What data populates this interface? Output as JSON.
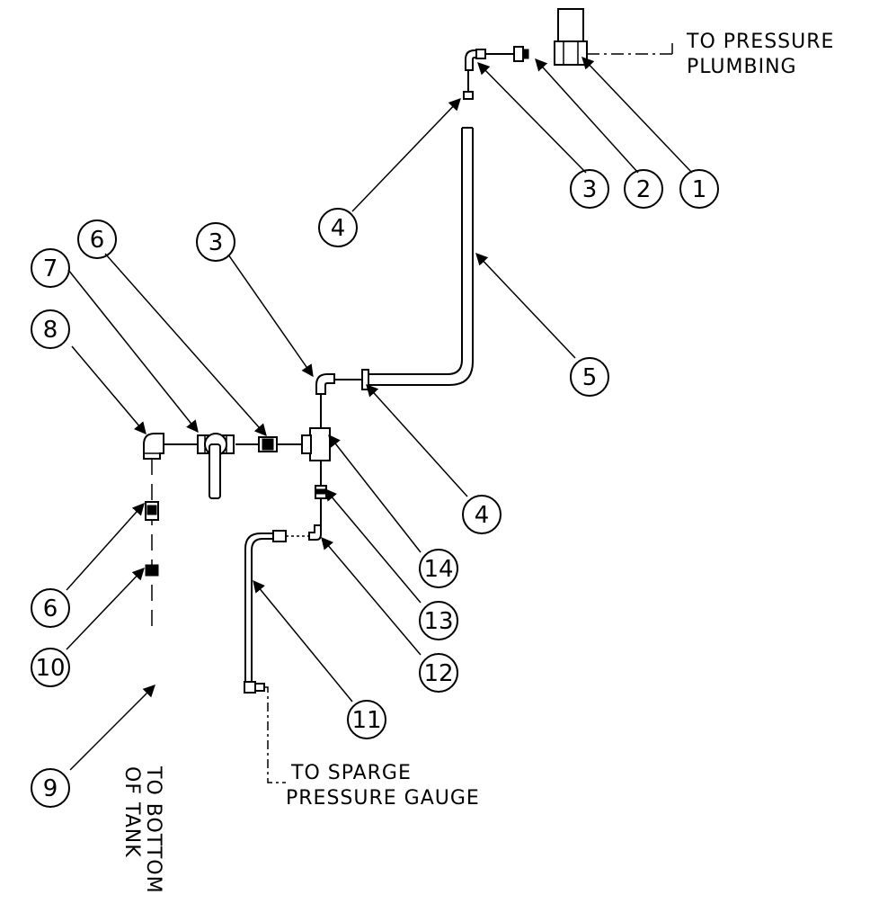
{
  "notes": {
    "pressure_line1": "TO PRESSURE",
    "pressure_line2": "PLUMBING",
    "sparge_line1": "TO SPARGE",
    "sparge_line2": "PRESSURE GAUGE",
    "tank_line1": "TO BOTTOM",
    "tank_line2": "OF TANK"
  },
  "balloons": {
    "b1": "1",
    "b2": "2",
    "b3_top": "3",
    "b4_top": "4",
    "b5": "5",
    "b6_top": "6",
    "b7": "7",
    "b8": "8",
    "b3_mid": "3",
    "b4_mid": "4",
    "b14": "14",
    "b13": "13",
    "b12": "12",
    "b11": "11",
    "b6_low": "6",
    "b10": "10",
    "b9": "9"
  }
}
